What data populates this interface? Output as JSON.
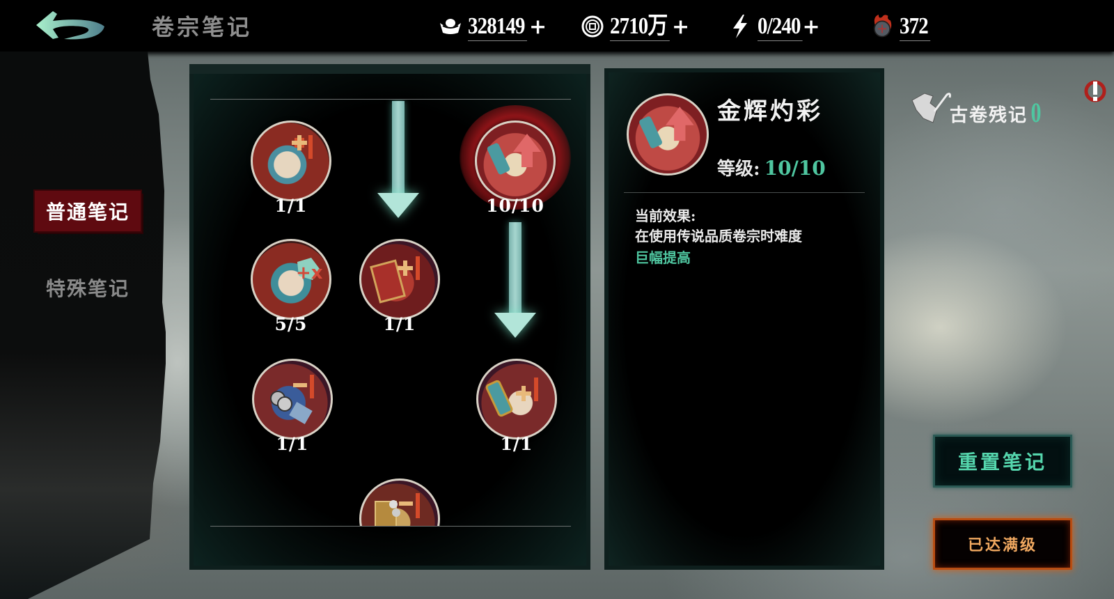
{
  "header": {
    "title": "卷宗笔记",
    "back_icon": "back-arrow-icon",
    "resources": [
      {
        "icon": "silver-ingot-icon",
        "value": "328149",
        "has_add": true
      },
      {
        "icon": "copper-coin-icon",
        "value": "2710万",
        "has_add": true
      },
      {
        "icon": "lightning-energy-icon",
        "value": "0/240",
        "has_add": true
      },
      {
        "icon": "flaming-token-icon",
        "value": "372",
        "has_add": false
      }
    ],
    "add_symbol": "+"
  },
  "sidebar": {
    "tabs": [
      {
        "label": "普通笔记",
        "active": true
      },
      {
        "label": "特殊笔记",
        "active": false
      }
    ]
  },
  "tree": {
    "nodes": [
      {
        "id": "n1",
        "count": "1/1",
        "icon": "scroll-plus-one-icon",
        "col": 0,
        "row": 0
      },
      {
        "id": "n2",
        "count": "10/10",
        "icon": "hourglass-up-arrow-icon",
        "col": 2,
        "row": 0,
        "selected": true
      },
      {
        "id": "n3",
        "count": "5/5",
        "icon": "scroll-plus-x-icon",
        "col": 0,
        "row": 1
      },
      {
        "id": "n4",
        "count": "1/1",
        "icon": "book-plus-one-icon",
        "col": 1,
        "row": 1
      },
      {
        "id": "n5",
        "count": "1/1",
        "icon": "coins-minus-one-icon",
        "col": 0,
        "row": 2
      },
      {
        "id": "n6",
        "count": "1/1",
        "icon": "hourglass-plus-one-icon",
        "col": 2,
        "row": 2
      },
      {
        "id": "n7",
        "count": "",
        "icon": "chest-minus-one-icon",
        "col": 1,
        "row": 3
      }
    ],
    "arrows": [
      {
        "from": "top",
        "to": "n4",
        "col": 1
      },
      {
        "from": "n2",
        "to": "n6",
        "col": 2
      }
    ]
  },
  "detail": {
    "name": "金辉灼彩",
    "level_label": "等级:",
    "level_value": "10/10",
    "effect_label": "当前效果:",
    "effect_text": "在使用传说品质卷宗时难度",
    "effect_highlight": "巨幅提高"
  },
  "side": {
    "fragments_label": "古卷残记",
    "fragments_count": "0",
    "reset_button": "重置笔记",
    "max_button": "已达满级"
  },
  "colors": {
    "accent_green": "#4fc6a0",
    "tab_active_red": "#5f0a10",
    "max_orange": "#d2611a",
    "arrow_teal": "#a6d6cf"
  }
}
